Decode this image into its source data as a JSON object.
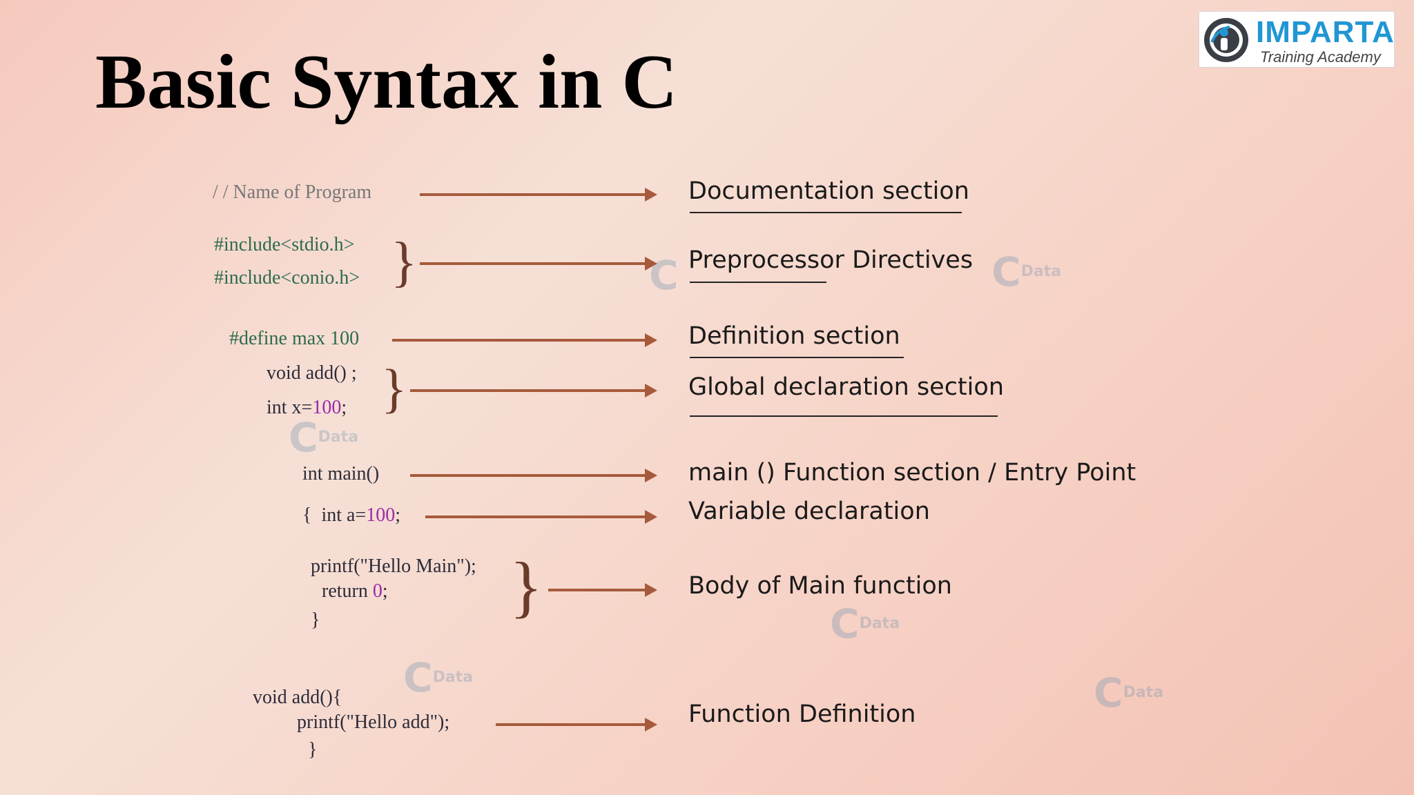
{
  "title": "Basic Syntax in C",
  "logo": {
    "brand": "IMPARTA",
    "tagline": "Training Academy"
  },
  "code": {
    "doc": "/ / Name of Program",
    "include1": "#include<stdio.h>",
    "include2": "#include<conio.h>",
    "define": "#define max 100",
    "voidadd": "void add() ;",
    "intx_pre": "int x=",
    "intx_num": "100",
    "intx_post": ";",
    "intmain": "int main()",
    "inta_pre": "{  int a=",
    "inta_num": "100",
    "inta_post": ";",
    "printf_main": "printf(\"Hello Main\");",
    "return_pre": "return ",
    "return_num": "0",
    "return_post": ";",
    "close1": "}",
    "voidadd_def": "void add(){",
    "printf_add": "printf(\"Hello add\");",
    "close2": "}"
  },
  "labels": {
    "documentation": "Documentation section",
    "preprocessor": "Preprocessor Directives",
    "definition": "Definition section",
    "global": "Global declaration section",
    "main": "main () Function section / Entry Point",
    "variable": "Variable declaration",
    "body": "Body of Main function",
    "function_def": "Function Definition"
  },
  "watermark": "Data",
  "colors": {
    "arrow": "#a65a3c",
    "title": "#000000",
    "brand": "#2196d3",
    "number": "#9b2aa8"
  }
}
